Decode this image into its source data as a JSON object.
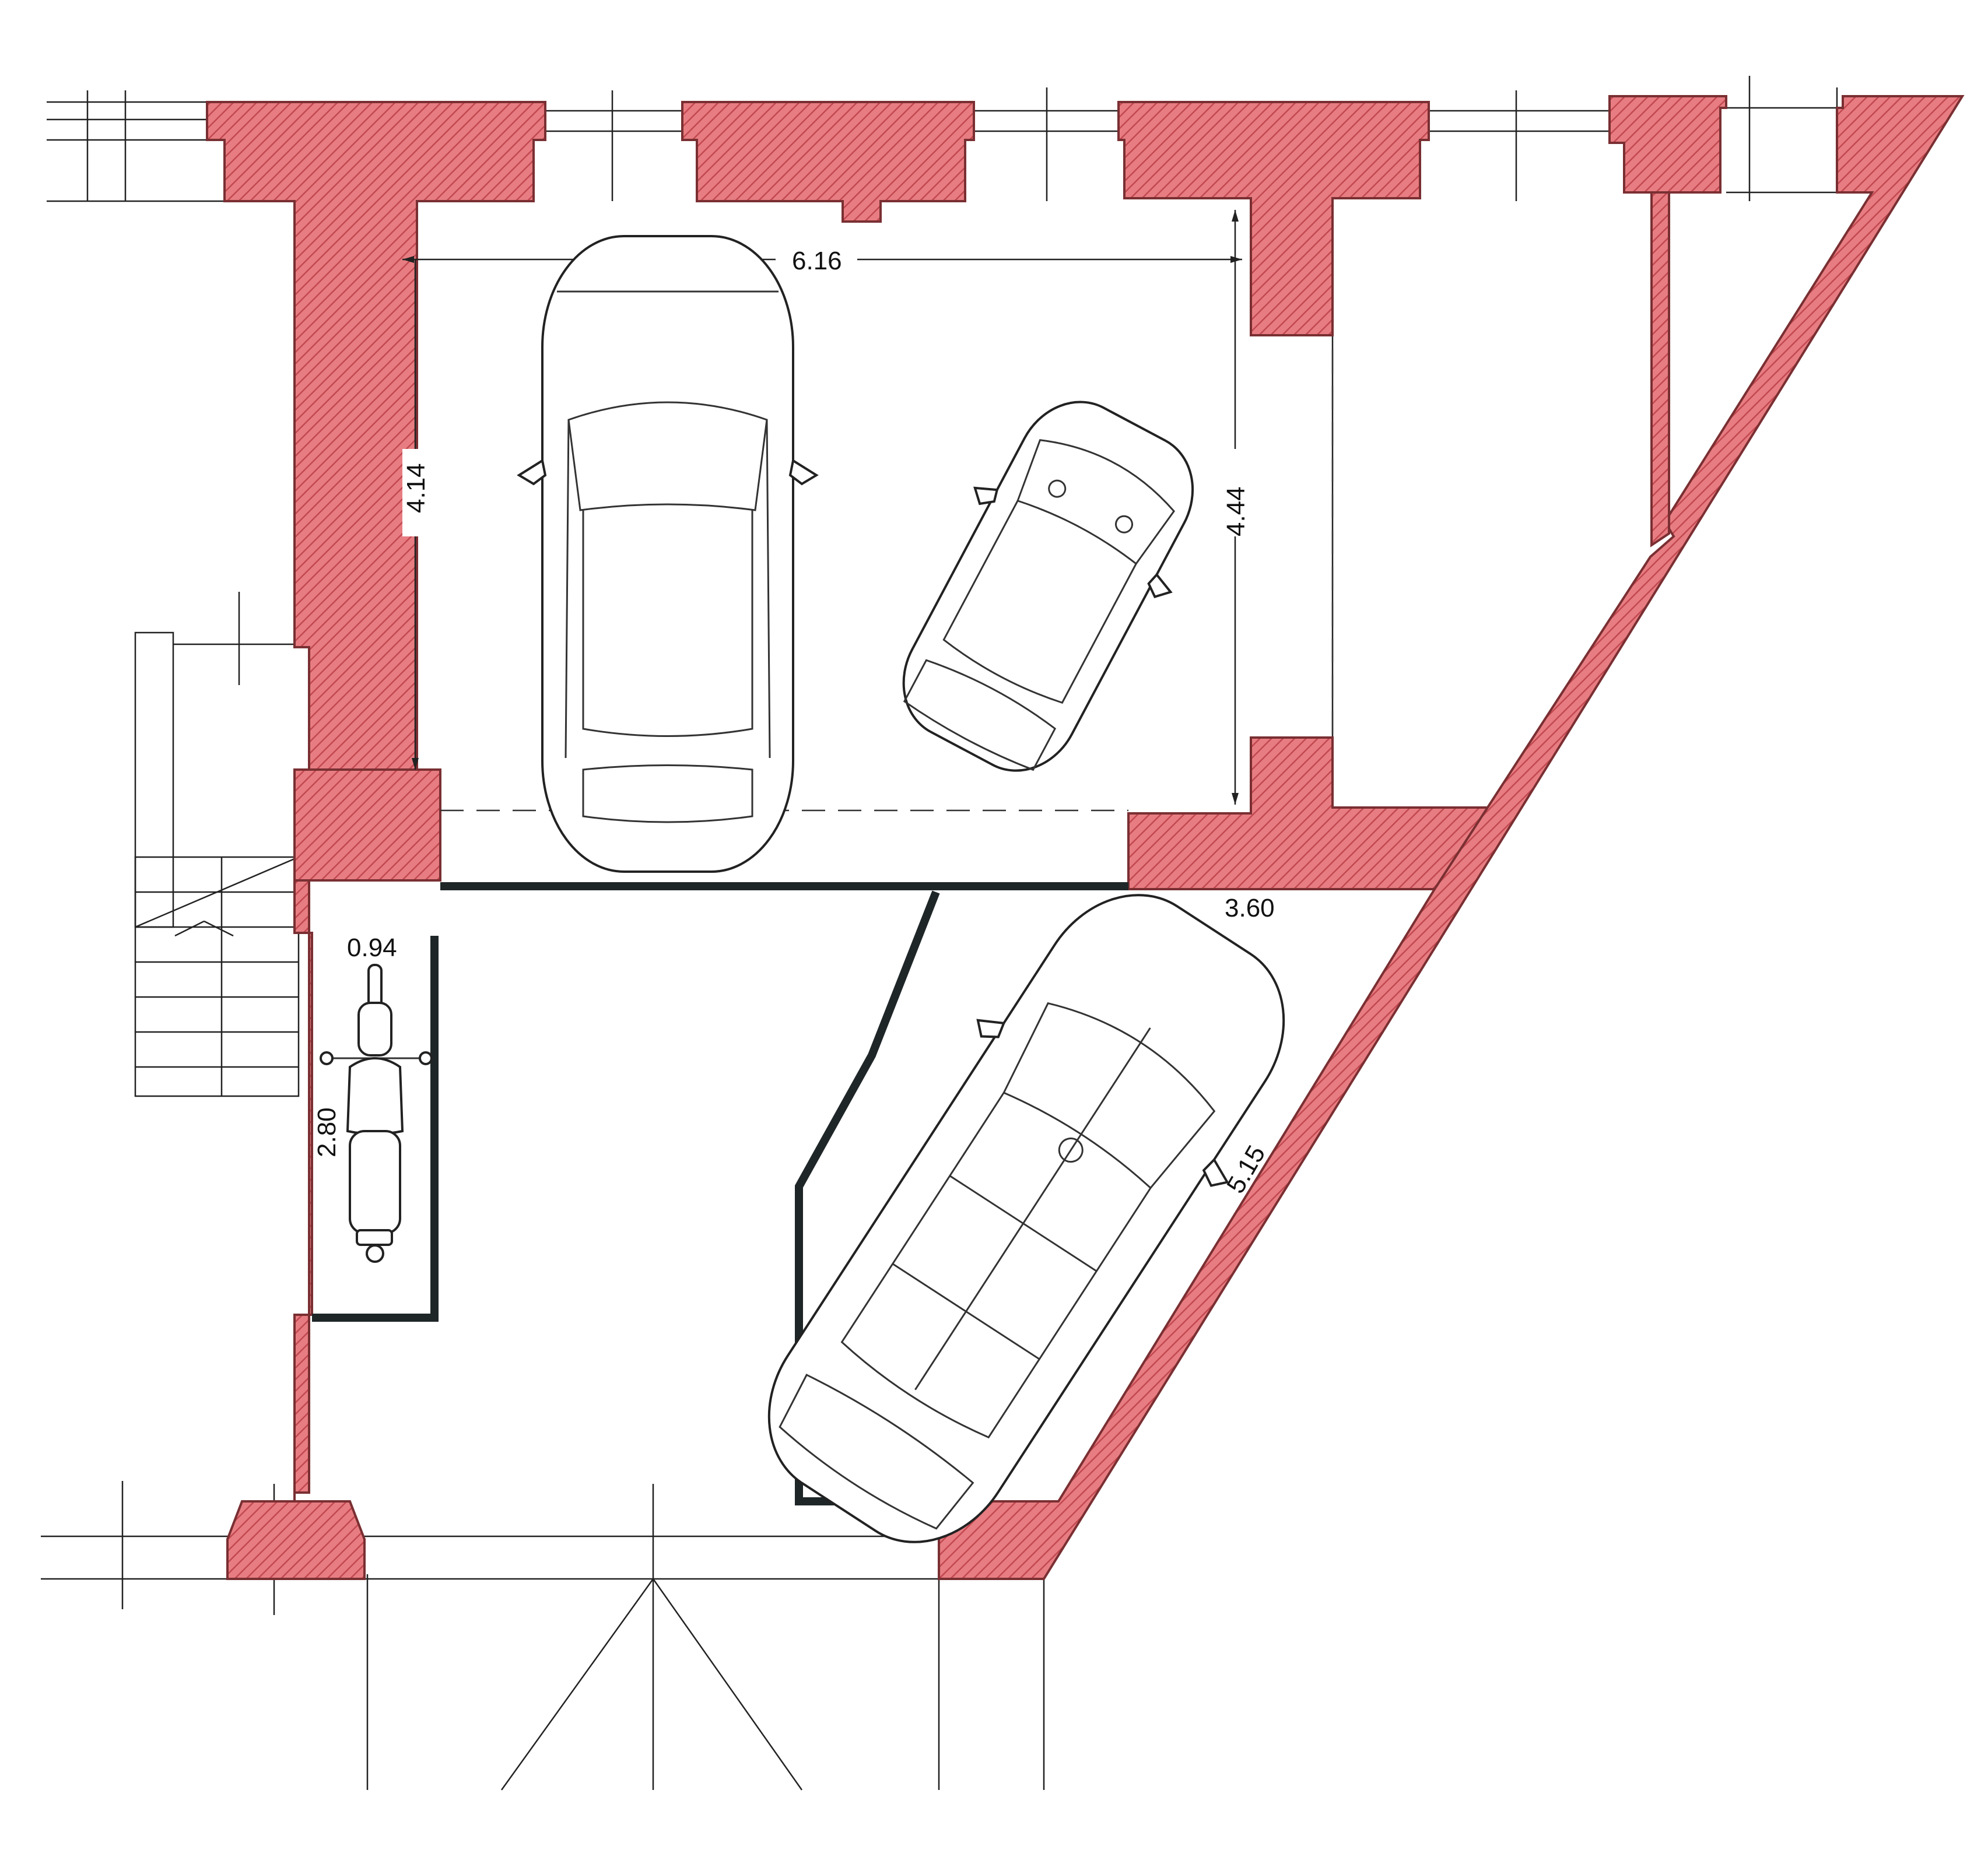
{
  "colors": {
    "wall_fill": "#e77d82",
    "hatch": "#c24850",
    "partition": "#1f2628",
    "lines": "#222222"
  },
  "dimensions": {
    "top_width": "6.16",
    "left_depth": "4.14",
    "right_depth": "4.44",
    "lower_width": "3.60",
    "diagonal_length": "5.15",
    "moto_width": "0.94",
    "moto_length": "2.80"
  },
  "vehicles": {
    "sedan": "car-top-view-icon",
    "small_car": "city-car-top-view-icon",
    "suv": "suv-top-view-icon",
    "motorcycle": "motorcycle-top-view-icon"
  }
}
